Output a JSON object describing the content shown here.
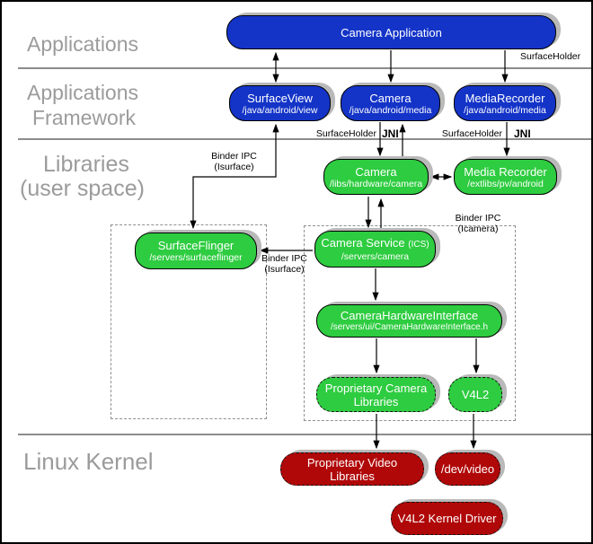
{
  "layers": {
    "applications": "Applications",
    "framework_line1": "Applications",
    "framework_line2": "Framework",
    "libraries_line1": "Libraries",
    "libraries_line2": "(user space)",
    "kernel": "Linux Kernel"
  },
  "boxes": {
    "camera_application": {
      "title": "Camera Application"
    },
    "surfaceview": {
      "title": "SurfaceView",
      "path": "/java/android/view"
    },
    "camera_framework": {
      "title": "Camera",
      "path": "/java/android/media"
    },
    "mediarecorder_framework": {
      "title": "MediaRecorder",
      "path": "/java/android/media"
    },
    "camera_lib": {
      "title": "Camera",
      "path": "/libs/hardware/camera"
    },
    "mediarecorder_lib": {
      "title": "Media Recorder",
      "path": "/extlibs/pv/android"
    },
    "surfaceflinger": {
      "title": "SurfaceFlinger",
      "path": "/servers/surfaceflinger"
    },
    "camera_service": {
      "title": "Camera Service",
      "suffix": "(ICS)",
      "path": "/servers/camera"
    },
    "camera_hardware_interface": {
      "title": "CameraHardwareInterface",
      "path": "/servers/ui/CameraHardwareInterface.h"
    },
    "proprietary_camera_libraries": {
      "line1": "Proprietary Camera",
      "line2": "Libraries"
    },
    "v4l2": {
      "title": "V4L2"
    },
    "proprietary_video_libraries": {
      "line1": "Proprietary Video",
      "line2": "Libraries"
    },
    "dev_video": {
      "title": "/dev/video"
    },
    "v4l2_kernel_driver": {
      "title": "V4L2 Kernel Driver"
    }
  },
  "labels": {
    "surfaceholder_top": "SurfaceHolder",
    "surfaceholder_camera": "SurfaceHolder",
    "jni_camera": "JNI",
    "surfaceholder_mediarecorder": "SurfaceHolder",
    "jni_mediarecorder": "JNI",
    "binder_ipc_isurface_top_l1": "Binder IPC",
    "binder_ipc_isurface_top_l2": "(Isurface)",
    "binder_ipc_icamera_l1": "Binder IPC",
    "binder_ipc_icamera_l2": "(Icamera)",
    "binder_ipc_isurface_low_l1": "Binder IPC",
    "binder_ipc_isurface_low_l2": "(Isurface)"
  },
  "colors": {
    "blue": "#1434c8",
    "green": "#2ecc40",
    "red": "#b00708",
    "shadow": "#b9b9b9",
    "label_gray": "#9b9b9b",
    "divider_gray": "#8c8c8c"
  }
}
